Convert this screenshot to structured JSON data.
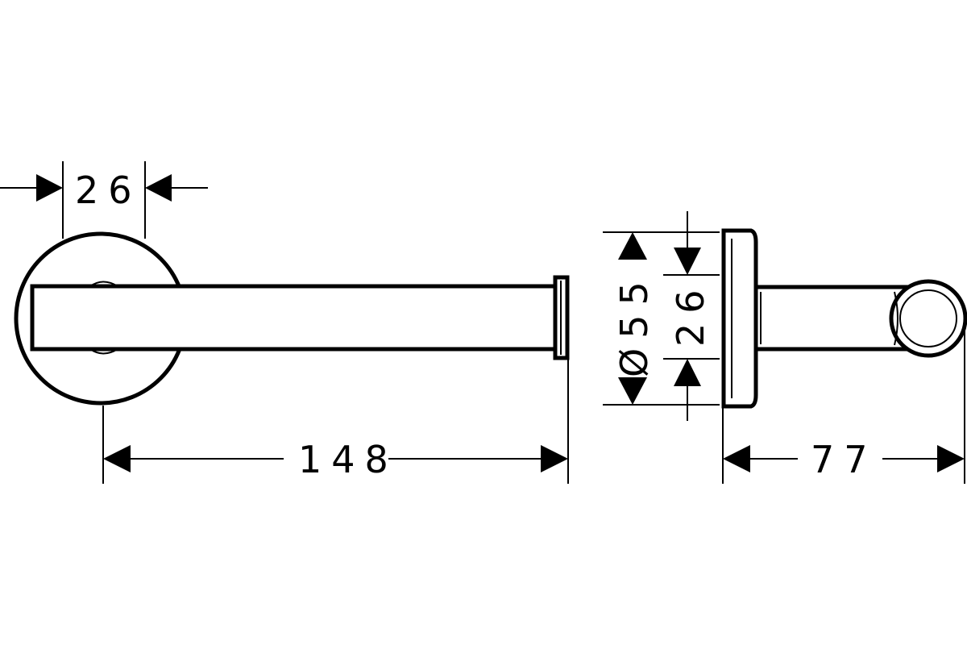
{
  "dimensions": {
    "bracket_width": "26",
    "length": "148",
    "depth": "77",
    "rosette_diameter": "Ø55",
    "bracket_height": "26"
  },
  "colors": {
    "line": "#000000",
    "background": "#ffffff"
  }
}
